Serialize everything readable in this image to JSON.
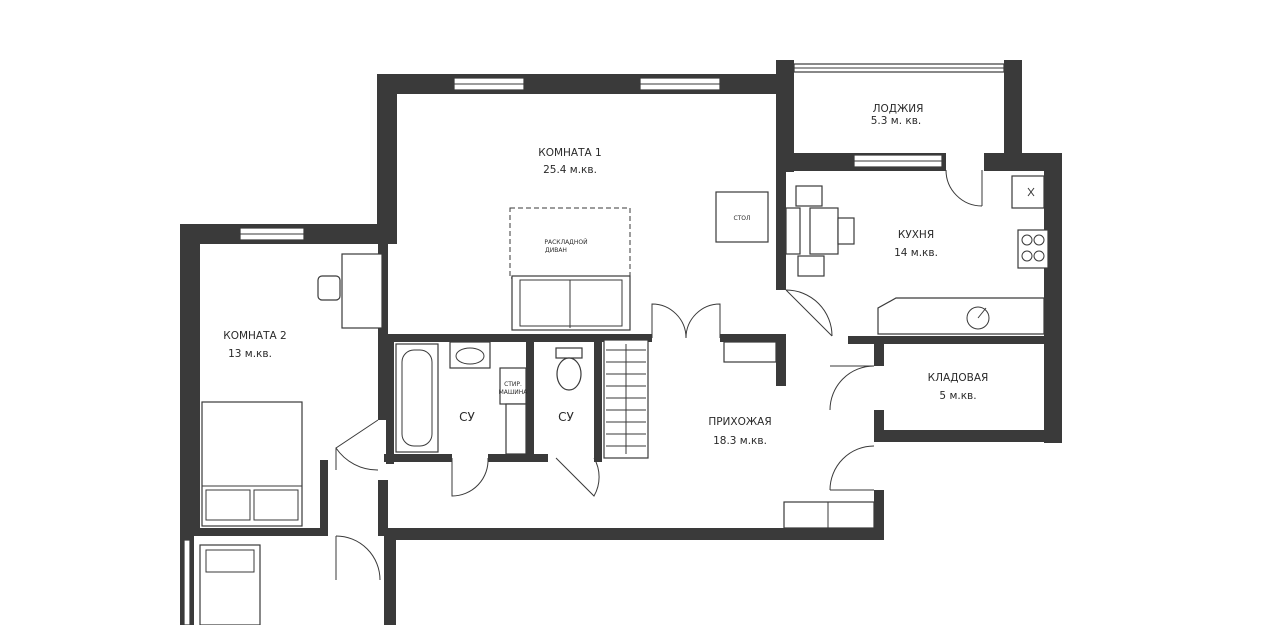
{
  "rooms": {
    "room1": {
      "name": "КОМНАТА 1",
      "area": "25.4 м.кв."
    },
    "room2": {
      "name": "КОМНАТА 2",
      "area": "13 м.кв."
    },
    "loggia": {
      "name": "ЛОДЖИЯ",
      "area": "5.3 м. кв."
    },
    "kitchen": {
      "name": "КУХНЯ",
      "area": "14 м.кв."
    },
    "storage": {
      "name": "КЛАДОВАЯ",
      "area": "5 м.кв."
    },
    "hallway": {
      "name": "ПРИХОЖАЯ",
      "area": "18.3 м.кв."
    },
    "bath1": {
      "name": "СУ"
    },
    "bath2": {
      "name": "СУ"
    }
  },
  "furniture": {
    "table": "СТОЛ",
    "sofa_line1": "РАСКЛАДНОЙ",
    "sofa_line2": "ДИВАН",
    "washer_line1": "СТИР.",
    "washer_line2": "МАШИНА"
  },
  "colors": {
    "wall": "#3a3a3a",
    "background": "#ffffff"
  }
}
